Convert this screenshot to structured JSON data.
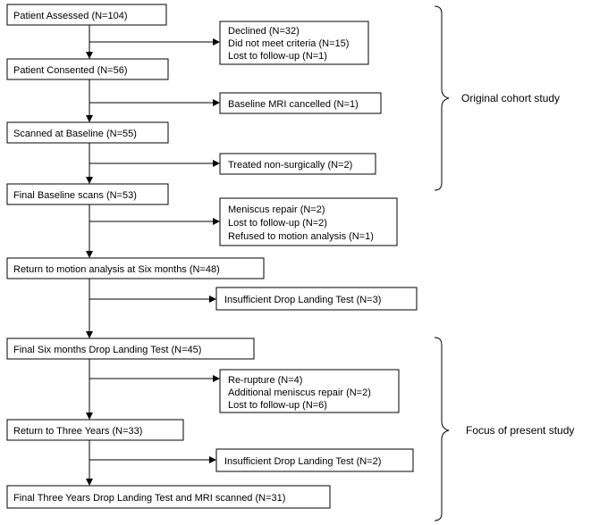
{
  "flow": {
    "main_steps": [
      "Patient Assessed (N=104)",
      "Patient Consented (N=56)",
      "Scanned at Baseline (N=55)",
      "Final Baseline scans (N=53)",
      "Return to motion analysis at Six months (N=48)",
      "Final Six months Drop Landing Test (N=45)",
      "Return to Three Years (N=33)",
      "Final Three Years Drop Landing Test and MRI scanned (N=31)"
    ],
    "exclusions": [
      [
        "Declined (N=32)",
        "Did not meet criteria (N=15)",
        "Lost to follow-up (N=1)"
      ],
      [
        "Baseline MRI cancelled (N=1)"
      ],
      [
        "Treated non-surgically (N=2)"
      ],
      [
        "Meniscus repair (N=2)",
        "Lost to follow-up (N=2)",
        "Refused to motion analysis (N=1)"
      ],
      [
        "Insufficient Drop Landing Test (N=3)"
      ],
      [
        "Re-rupture (N=4)",
        "Additional meniscus repair (N=2)",
        "Lost to follow-up (N=6)"
      ],
      [
        "Insufficient Drop Landing Test (N=2)"
      ]
    ]
  },
  "brackets": {
    "original": "Original cohort study",
    "present": "Focus of present study"
  },
  "colors": {
    "line": "#000000",
    "box_fill": "#ffffff",
    "text": "#000000"
  }
}
